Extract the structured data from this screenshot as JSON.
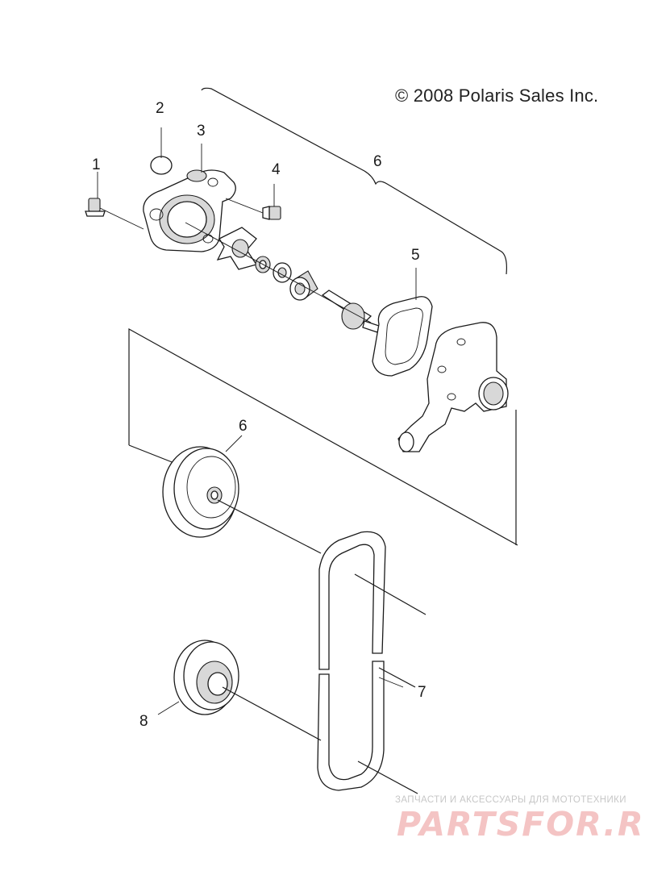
{
  "copyright": "© 2008 Polaris Sales Inc.",
  "watermark": {
    "caption": "ЗАПЧАСТИ И АКСЕССУАРЫ ДЛЯ МОТОТЕХНИКИ",
    "logo": "PARTSFOR.RU"
  },
  "callouts": {
    "c1": "1",
    "c2": "2",
    "c3": "3",
    "c4": "4",
    "c5": "5",
    "c6a": "6",
    "c6b": "6",
    "c7": "7",
    "c8": "8"
  }
}
